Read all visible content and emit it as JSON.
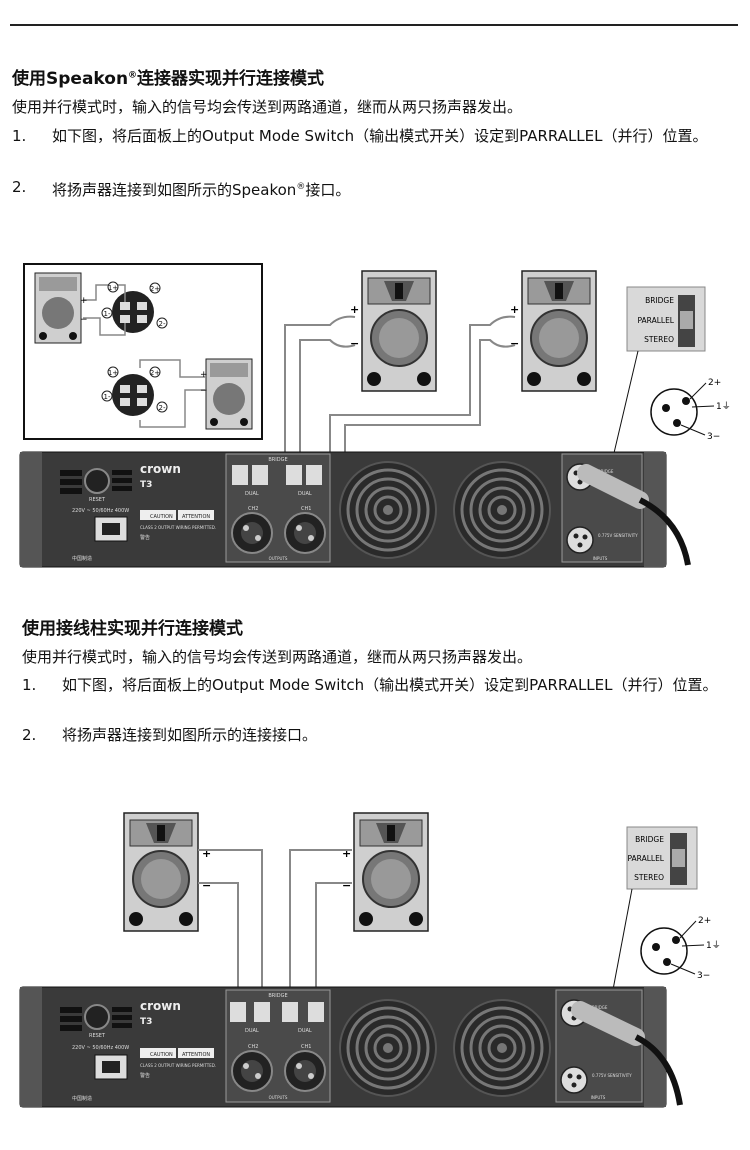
{
  "section1": {
    "title_a": "使用Speakon",
    "title_sup": "®",
    "title_b": "连接器实现并行连接模式",
    "intro": "使用并行模式时，输入的信号均会传送到两路通道，继而从两只扬声器发出。",
    "steps": [
      {
        "num": "1.",
        "text": "如下图，将后面板上的Output Mode Switch（输出模式开关）设定到PARRALLEL（并行）位置。"
      },
      {
        "num": "2.",
        "text_a": "将扬声器连接到如图所示的Speakon",
        "text_sup": "®",
        "text_b": "接口。"
      }
    ]
  },
  "section2": {
    "title": "使用接线柱实现并行连接模式",
    "intro": "使用并行模式时，输入的信号均会传送到两路通道，继而从两只扬声器发出。",
    "steps": [
      {
        "num": "1.",
        "text": "如下图，将后面板上的Output Mode Switch（输出模式开关）设定到PARRALLEL（并行）位置。"
      },
      {
        "num": "2.",
        "text": "将扬声器连接到如图所示的连接接口。"
      }
    ]
  },
  "diagram": {
    "brand": "crown",
    "model": "T3",
    "reset": "RESET",
    "power": "220V ~ 50/60Hz  400W",
    "caution": "CAUTION",
    "attention": "ATTENTION",
    "warning_title": "警告",
    "class2": "CLASS 2 OUTPUT WIRING PERMITTED.",
    "made_in": "中国制造",
    "bridge_top": "BRIDGE",
    "dual": "DUAL",
    "ch2": "CH2",
    "ch1": "CH1",
    "outputs": "OUTPUTS",
    "inputs": "INPUTS",
    "parallel_small": "PARALLEL",
    "sensitivity": "0.775V SENSITIVITY",
    "switch": {
      "bridge": "BRIDGE",
      "parallel": "PARALLEL",
      "stereo": "STEREO"
    },
    "pins": {
      "p2": "2+",
      "p1": "1⏚",
      "p3": "3−"
    },
    "plus": "+",
    "minus": "−",
    "pin_labels": {
      "a": "1+",
      "b": "1-",
      "c": "2+",
      "d": "2-"
    }
  },
  "colors": {
    "panel": "#3a3a3a",
    "speaker_bg": "#cfcfcf",
    "wire": "#888888"
  }
}
